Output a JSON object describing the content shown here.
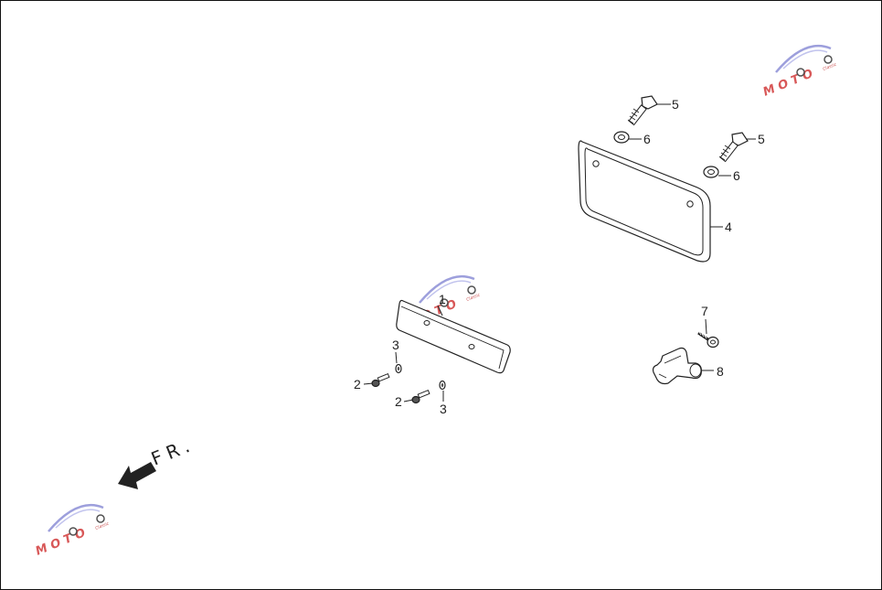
{
  "diagram": {
    "callouts": [
      {
        "id": "c1",
        "label": "1"
      },
      {
        "id": "c2a",
        "label": "2"
      },
      {
        "id": "c2b",
        "label": "2"
      },
      {
        "id": "c3a",
        "label": "3"
      },
      {
        "id": "c3b",
        "label": "3"
      },
      {
        "id": "c4",
        "label": "4"
      },
      {
        "id": "c5a",
        "label": "5"
      },
      {
        "id": "c5b",
        "label": "5"
      },
      {
        "id": "c6a",
        "label": "6"
      },
      {
        "id": "c6b",
        "label": "6"
      },
      {
        "id": "c7",
        "label": "7"
      },
      {
        "id": "c8",
        "label": "8"
      }
    ],
    "direction_label": "FR.",
    "watermark": {
      "main": "MOTO",
      "sub": "Classic"
    }
  }
}
